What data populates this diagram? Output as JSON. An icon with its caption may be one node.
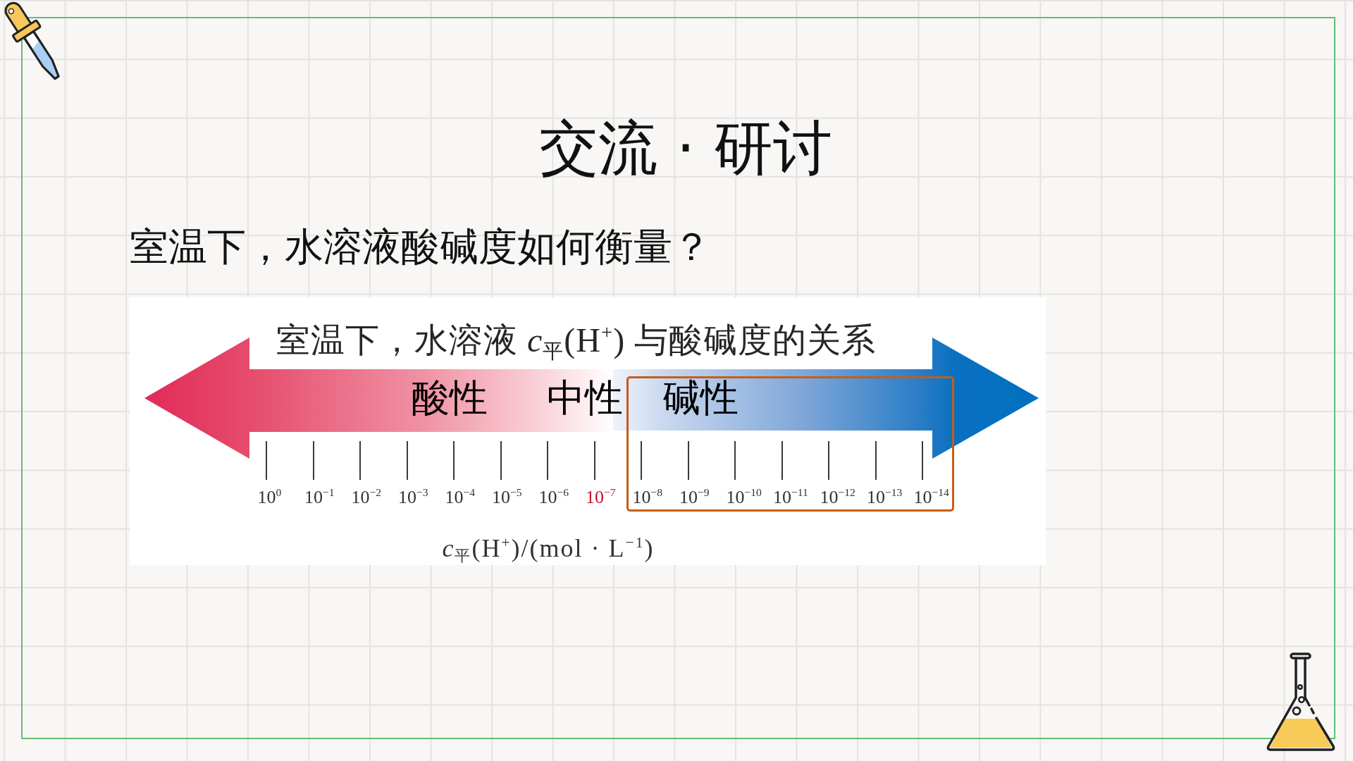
{
  "diagram": {
    "title": "交流 · 研讨",
    "labels": [
      "室温下，水溶液酸碱度如何衡量？",
      "室温下，水溶液 *c*$_{平}$(H$^{+}$) 与酸碱度的关系",
      "酸性",
      "中性",
      "碱性",
      "10$^{0}$",
      "10$^{−1}$",
      "10$^{−2}$",
      "10$^{−3}$",
      "10$^{−4}$",
      "10$^{−5}$",
      "10$^{−6}$",
      "10$^{−7}$",
      "10$^{−8}$",
      "10$^{−9}$",
      "10$^{−10}$",
      "10$^{−11}$",
      "10$^{−12}$",
      "10$^{−13}$",
      "10$^{−14}$",
      "*c*$_{平}$(H$^{+}$)/(mol · L$^{−1}$)"
    ]
  }
}
